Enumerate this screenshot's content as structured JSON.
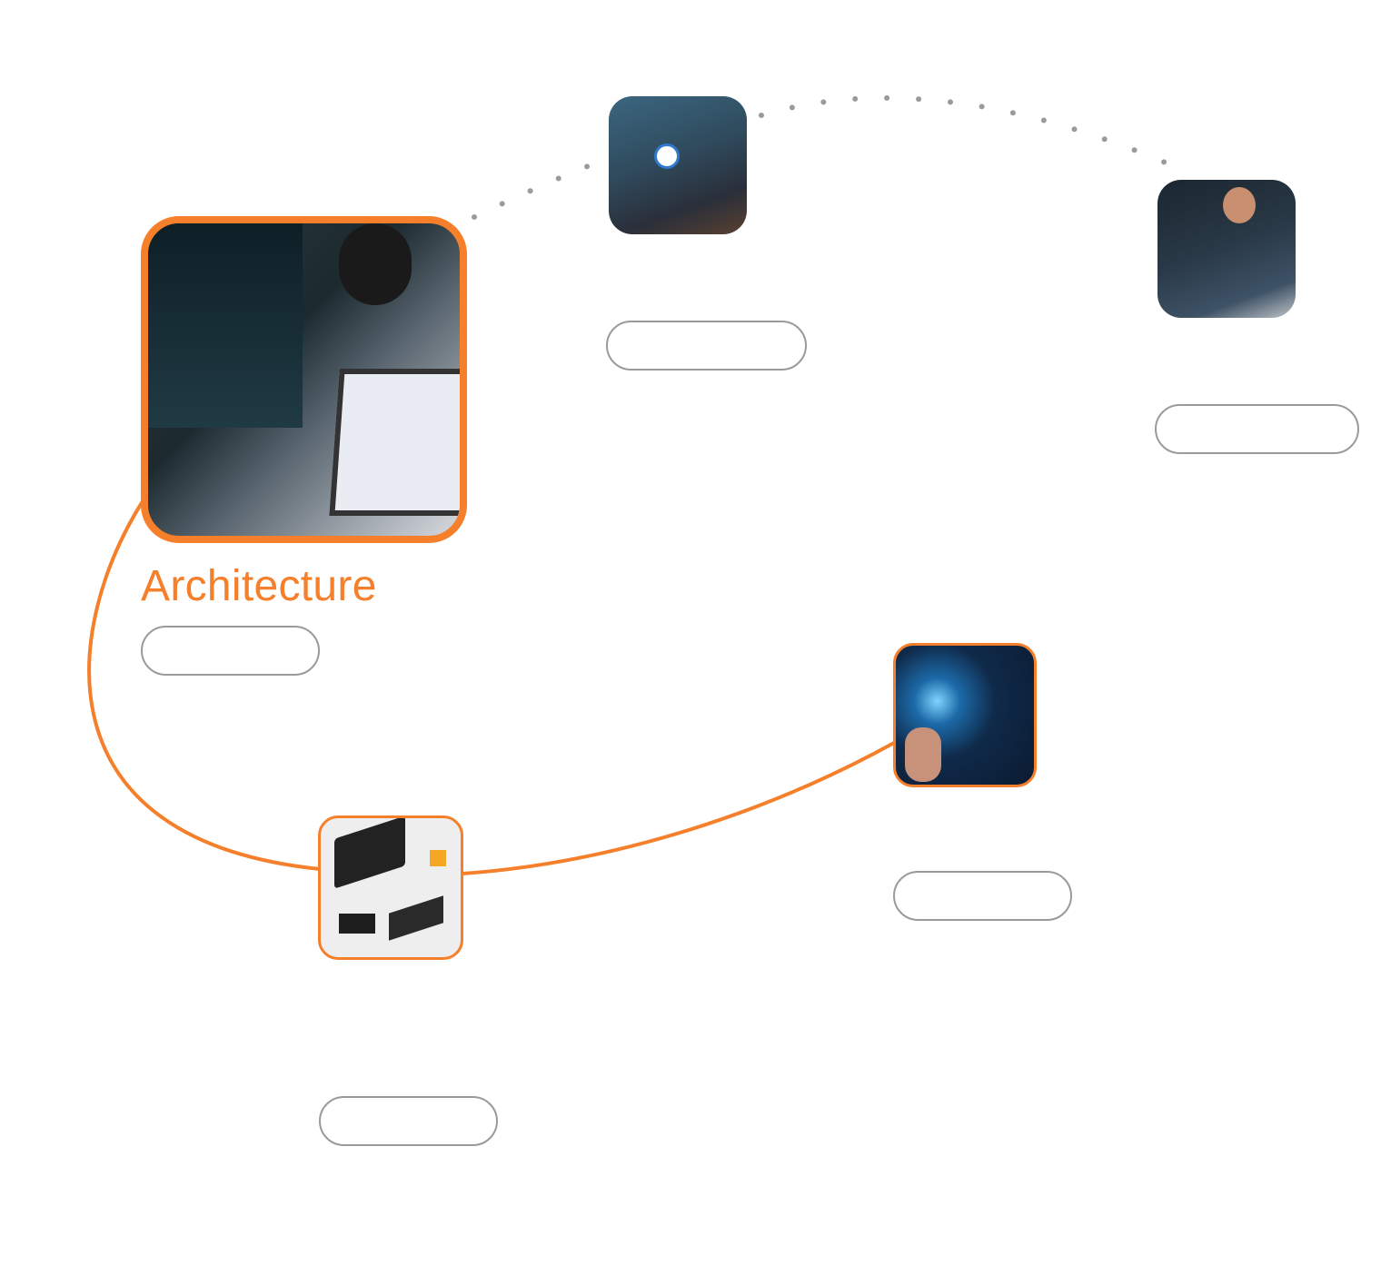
{
  "accent_color": "#f57f2a",
  "connector_gray": "#9a9a9a",
  "nodes": [
    {
      "id": "architecture",
      "label": "Architecture",
      "active": true,
      "image": "developer-at-monitors-photo"
    },
    {
      "id": "certification",
      "active": false,
      "image": "certificate-laptop-photo"
    },
    {
      "id": "coding",
      "active": false,
      "image": "woman-coding-photo"
    },
    {
      "id": "innovation",
      "active": true,
      "image": "lightbulb-hand-photo"
    },
    {
      "id": "design",
      "active": true,
      "image": "devices-mockup-photo"
    }
  ]
}
